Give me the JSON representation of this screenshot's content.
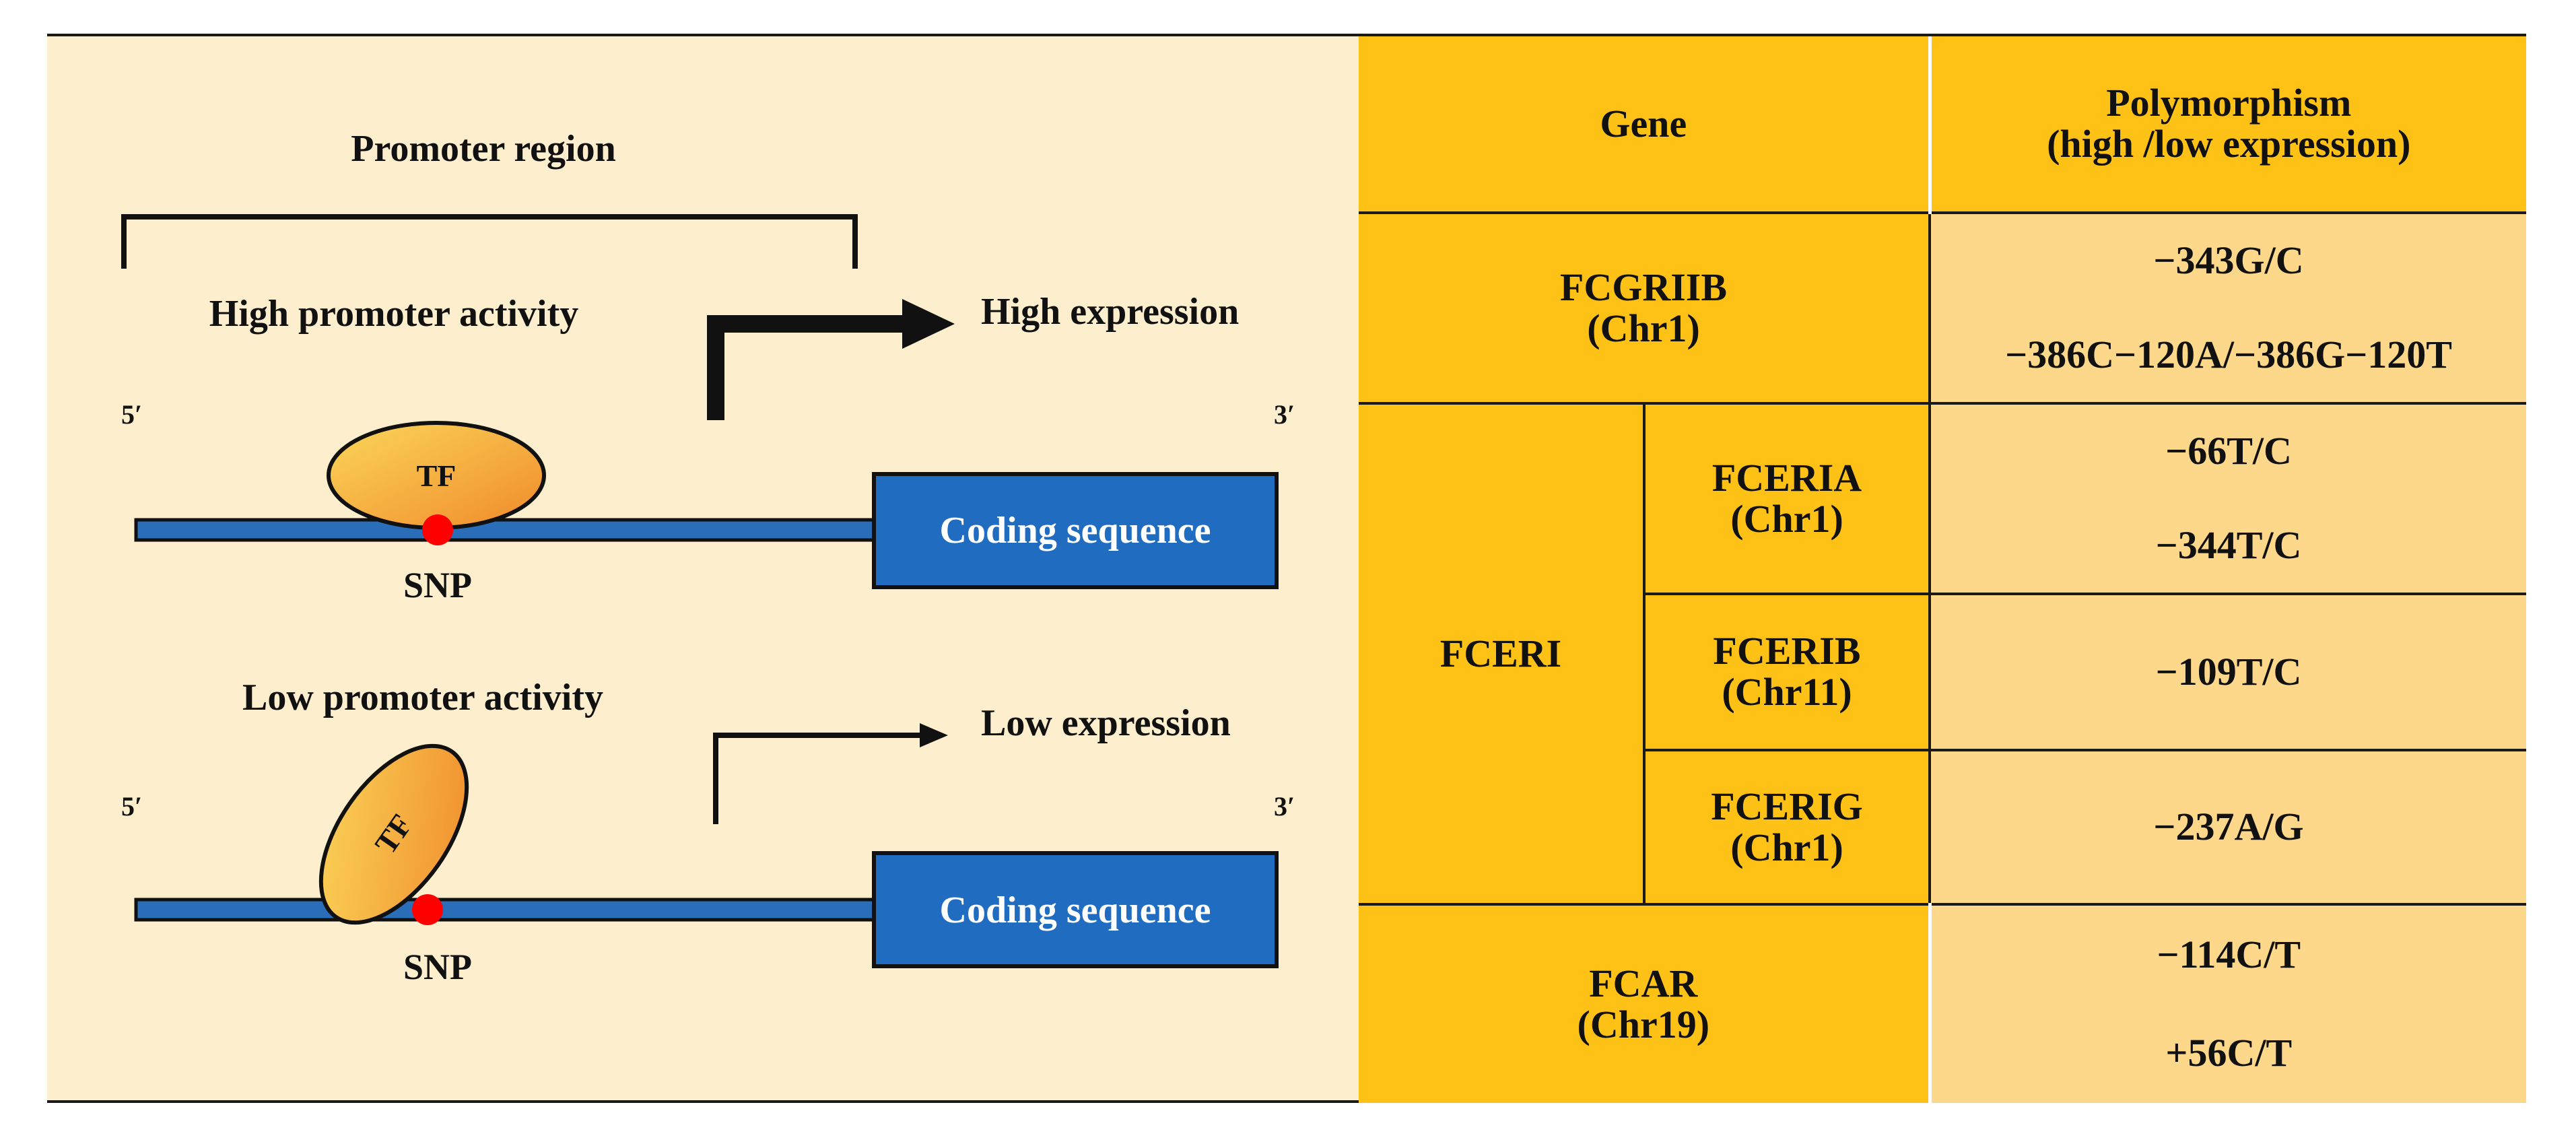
{
  "diagram": {
    "promoter_label": "Promoter region",
    "top": {
      "activity_label": "High promoter activity",
      "expression_label": "High expression",
      "five_prime": "5′",
      "three_prime": "3′",
      "tf_label": "TF",
      "snp_label": "SNP",
      "coding_label": "Coding sequence"
    },
    "bottom": {
      "activity_label": "Low promoter activity",
      "expression_label": "Low expression",
      "five_prime": "5′",
      "three_prime": "3′",
      "tf_label": "TF",
      "snp_label": "SNP",
      "coding_label": "Coding sequence"
    },
    "colors": {
      "background": "#fdefcd",
      "dna_strand": "#2a6db8",
      "coding_box": "#1f6cc0",
      "tf_fill": "#f4a43a",
      "snp_dot": "#ff0000"
    }
  },
  "table": {
    "header": {
      "gene": "Gene",
      "polymorphism_line1": "Polymorphism",
      "polymorphism_line2": "(high /low expression)"
    },
    "rows": {
      "fcgriib": {
        "gene": "FCGRIIB",
        "chr": "(Chr1)",
        "poly1": "−343G/C",
        "poly2": "−386C−120A/−386G−120T"
      },
      "fceri": {
        "group": "FCERI",
        "fceria": {
          "gene": "FCERIA",
          "chr": "(Chr1)",
          "poly1": "−66T/C",
          "poly2": "−344T/C"
        },
        "fcerib": {
          "gene": "FCERIB",
          "chr": "(Chr11)",
          "poly1": "−109T/C"
        },
        "fcerig": {
          "gene": "FCERIG",
          "chr": "(Chr1)",
          "poly1": "−237A/G"
        }
      },
      "fcar": {
        "gene": "FCAR",
        "chr": "(Chr19)",
        "poly1": "−114C/T",
        "poly2": "+56C/T"
      }
    },
    "colors": {
      "dark": "#fec116",
      "light": "#fed88a"
    }
  }
}
